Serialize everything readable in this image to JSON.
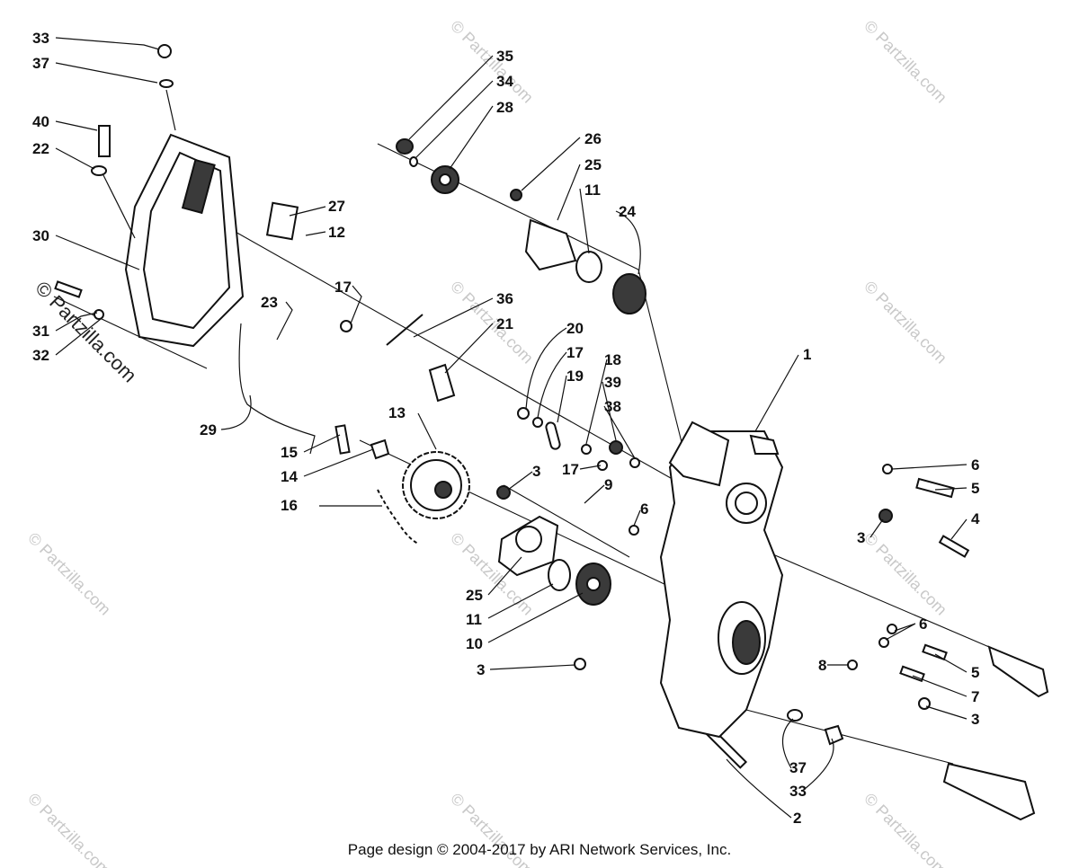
{
  "diagram": {
    "callouts": {
      "c33a": "33",
      "c37a": "37",
      "c40": "40",
      "c22": "22",
      "c30": "30",
      "c31": "31",
      "c32": "32",
      "c27": "27",
      "c12": "12",
      "c23": "23",
      "c17a": "17",
      "c29": "29",
      "c35": "35",
      "c34": "34",
      "c28": "28",
      "c26": "26",
      "c25a": "25",
      "c11a": "11",
      "c24": "24",
      "c36": "36",
      "c21": "21",
      "c20": "20",
      "c17b": "17",
      "c19": "19",
      "c18": "18",
      "c39": "39",
      "c38": "38",
      "c17c": "17",
      "c13": "13",
      "c15": "15",
      "c14": "14",
      "c16": "16",
      "c3a": "3",
      "c9": "9",
      "c6a": "6",
      "c25b": "25",
      "c11b": "11",
      "c10": "10",
      "c3b": "3",
      "c1": "1",
      "c6b": "6",
      "c5a": "5",
      "c4": "4",
      "c3c": "3",
      "c6c": "6",
      "c5b": "5",
      "c8": "8",
      "c7": "7",
      "c3d": "3",
      "c37b": "37",
      "c33b": "33",
      "c2": "2"
    },
    "watermark": "© Partzilla.com"
  },
  "footer": "Page design © 2004-2017 by ARI Network Services, Inc."
}
